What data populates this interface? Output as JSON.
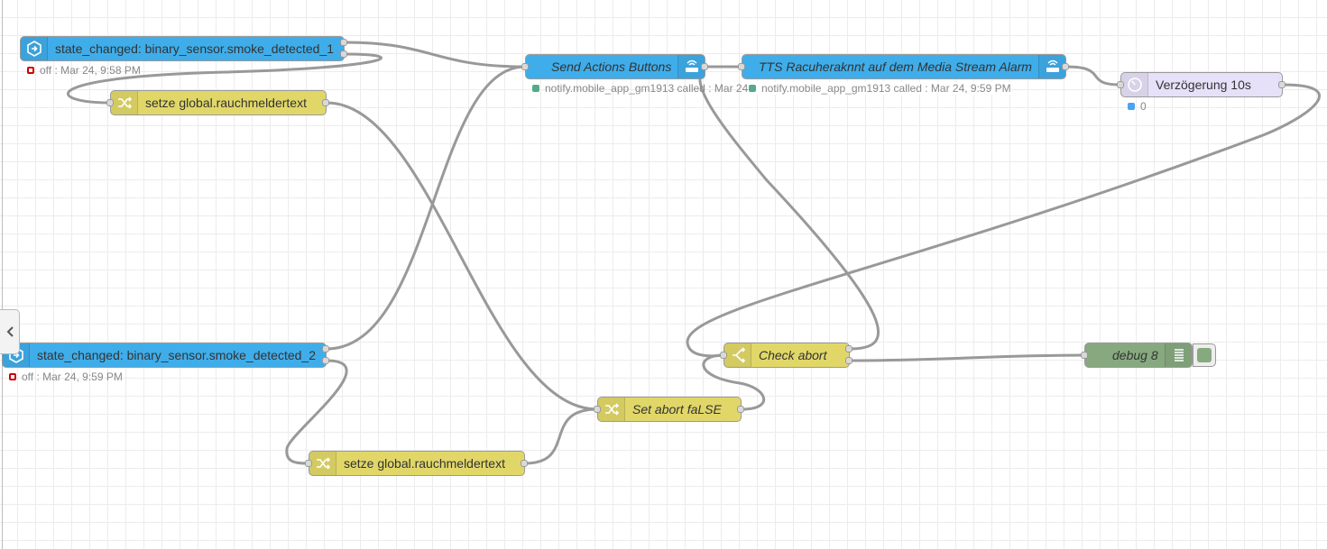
{
  "nodes": {
    "state1": {
      "label": "state_changed: binary_sensor.smoke_detected_1",
      "status": "off : Mar 24, 9:58 PM",
      "icon": "home-assistant-icon"
    },
    "change1": {
      "label": "setze global.rauchmeldertext",
      "icon": "shuffle-icon"
    },
    "send_actions": {
      "label": "Send Actions Buttons",
      "status": "notify.mobile_app_gm1913 called : Mar 24",
      "icon": "router-icon"
    },
    "tts": {
      "label": "TTS Racuheraknnt auf dem Media Stream Alarm",
      "status": "notify.mobile_app_gm1913 called : Mar 24, 9:59 PM",
      "icon": "router-icon"
    },
    "delay": {
      "label": "Verzögerung 10s",
      "status": "0",
      "icon": "timer-icon"
    },
    "state2": {
      "label": "state_changed: binary_sensor.smoke_detected_2",
      "status": "off : Mar 24, 9:59 PM",
      "icon": "home-assistant-icon"
    },
    "check_abort": {
      "label": "Check abort",
      "icon": "switch-icon"
    },
    "debug": {
      "label": "debug 8",
      "icon": "list-icon"
    },
    "set_abort": {
      "label": "Set abort faLSE",
      "icon": "shuffle-icon"
    },
    "change2": {
      "label": "setze global.rauchmeldertext",
      "icon": "shuffle-icon"
    }
  },
  "colors": {
    "ha_node": "#3fadea",
    "change_node": "#e1d768",
    "delay_node": "#e6e0f8",
    "debug_node": "#87a980",
    "wire": "#999999",
    "status_red": "#cc0000",
    "status_green": "#55aa88",
    "status_blue": "#4aa3f0"
  },
  "sidebar_toggle_icon": "chevron-left-icon"
}
